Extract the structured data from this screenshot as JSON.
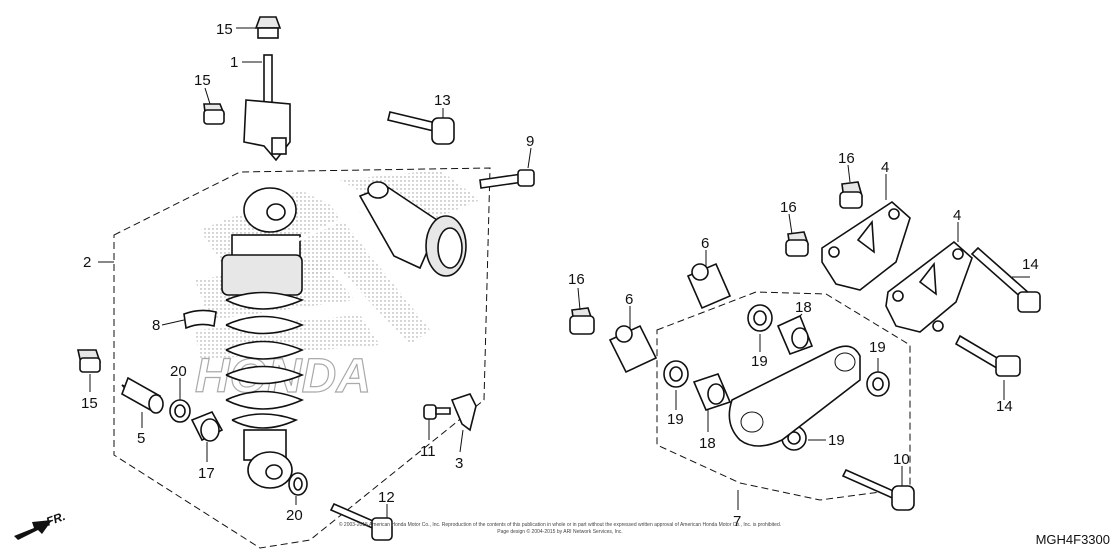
{
  "diagram": {
    "code": "MGH4F3300",
    "direction_label": "FR.",
    "watermark": "HONDA",
    "copyright_line1": "© 2003-2015 American Honda Motor Co., Inc. Reproduction of the contents of this publication in whole or in part without the expressed written approval of American Honda Motor Co., Inc. is prohibited.",
    "copyright_line2": "Page design © 2004-2015 by ARI Network Services, Inc.",
    "callouts": [
      "1",
      "2",
      "3",
      "4",
      "4",
      "5",
      "6",
      "6",
      "7",
      "8",
      "9",
      "10",
      "11",
      "12",
      "13",
      "14",
      "14",
      "15",
      "15",
      "15",
      "16",
      "16",
      "16",
      "17",
      "18",
      "18",
      "19",
      "19",
      "19",
      "19",
      "19",
      "20",
      "20"
    ]
  }
}
